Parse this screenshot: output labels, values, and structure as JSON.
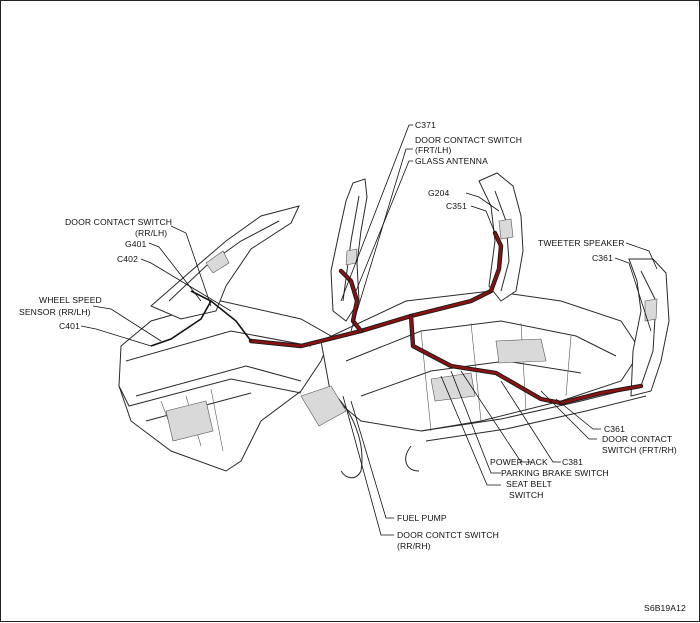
{
  "figure_code": "S6B19A12",
  "harness_color": "#8a1212",
  "labels": {
    "c371": "C371",
    "door_contact_frt_lh_1": "DOOR CONTACT SWITCH",
    "door_contact_frt_lh_2": "(FRT/LH)",
    "glass_antenna": "GLASS ANTENNA",
    "g204": "G204",
    "c351": "C351",
    "tweeter_speaker": "TWEETER SPEAKER",
    "c361_top": "C361",
    "door_contact_rr_lh_1": "DOOR CONTACT SWITCH",
    "door_contact_rr_lh_2": "(RR/LH)",
    "g401": "G401",
    "c402": "C402",
    "wheel_speed_1": "WHEEL SPEED",
    "wheel_speed_2": "SENSOR (RR/LH)",
    "c401": "C401",
    "c361_bottom": "C361",
    "door_contact_frt_rh_1": "DOOR CONTACT",
    "door_contact_frt_rh_2": "SWITCH (FRT/RH)",
    "c381": "C381",
    "power_jack": "POWER JACK",
    "parking_brake": "PARKING BRAKE SWITCH",
    "seat_belt_1": "SEAT BELT",
    "seat_belt_2": "SWITCH",
    "fuel_pump": "FUEL PUMP",
    "door_contact_rr_rh_1": "DOOR CONTCT SWITCH",
    "door_contact_rr_rh_2": "(RR/RH)"
  }
}
